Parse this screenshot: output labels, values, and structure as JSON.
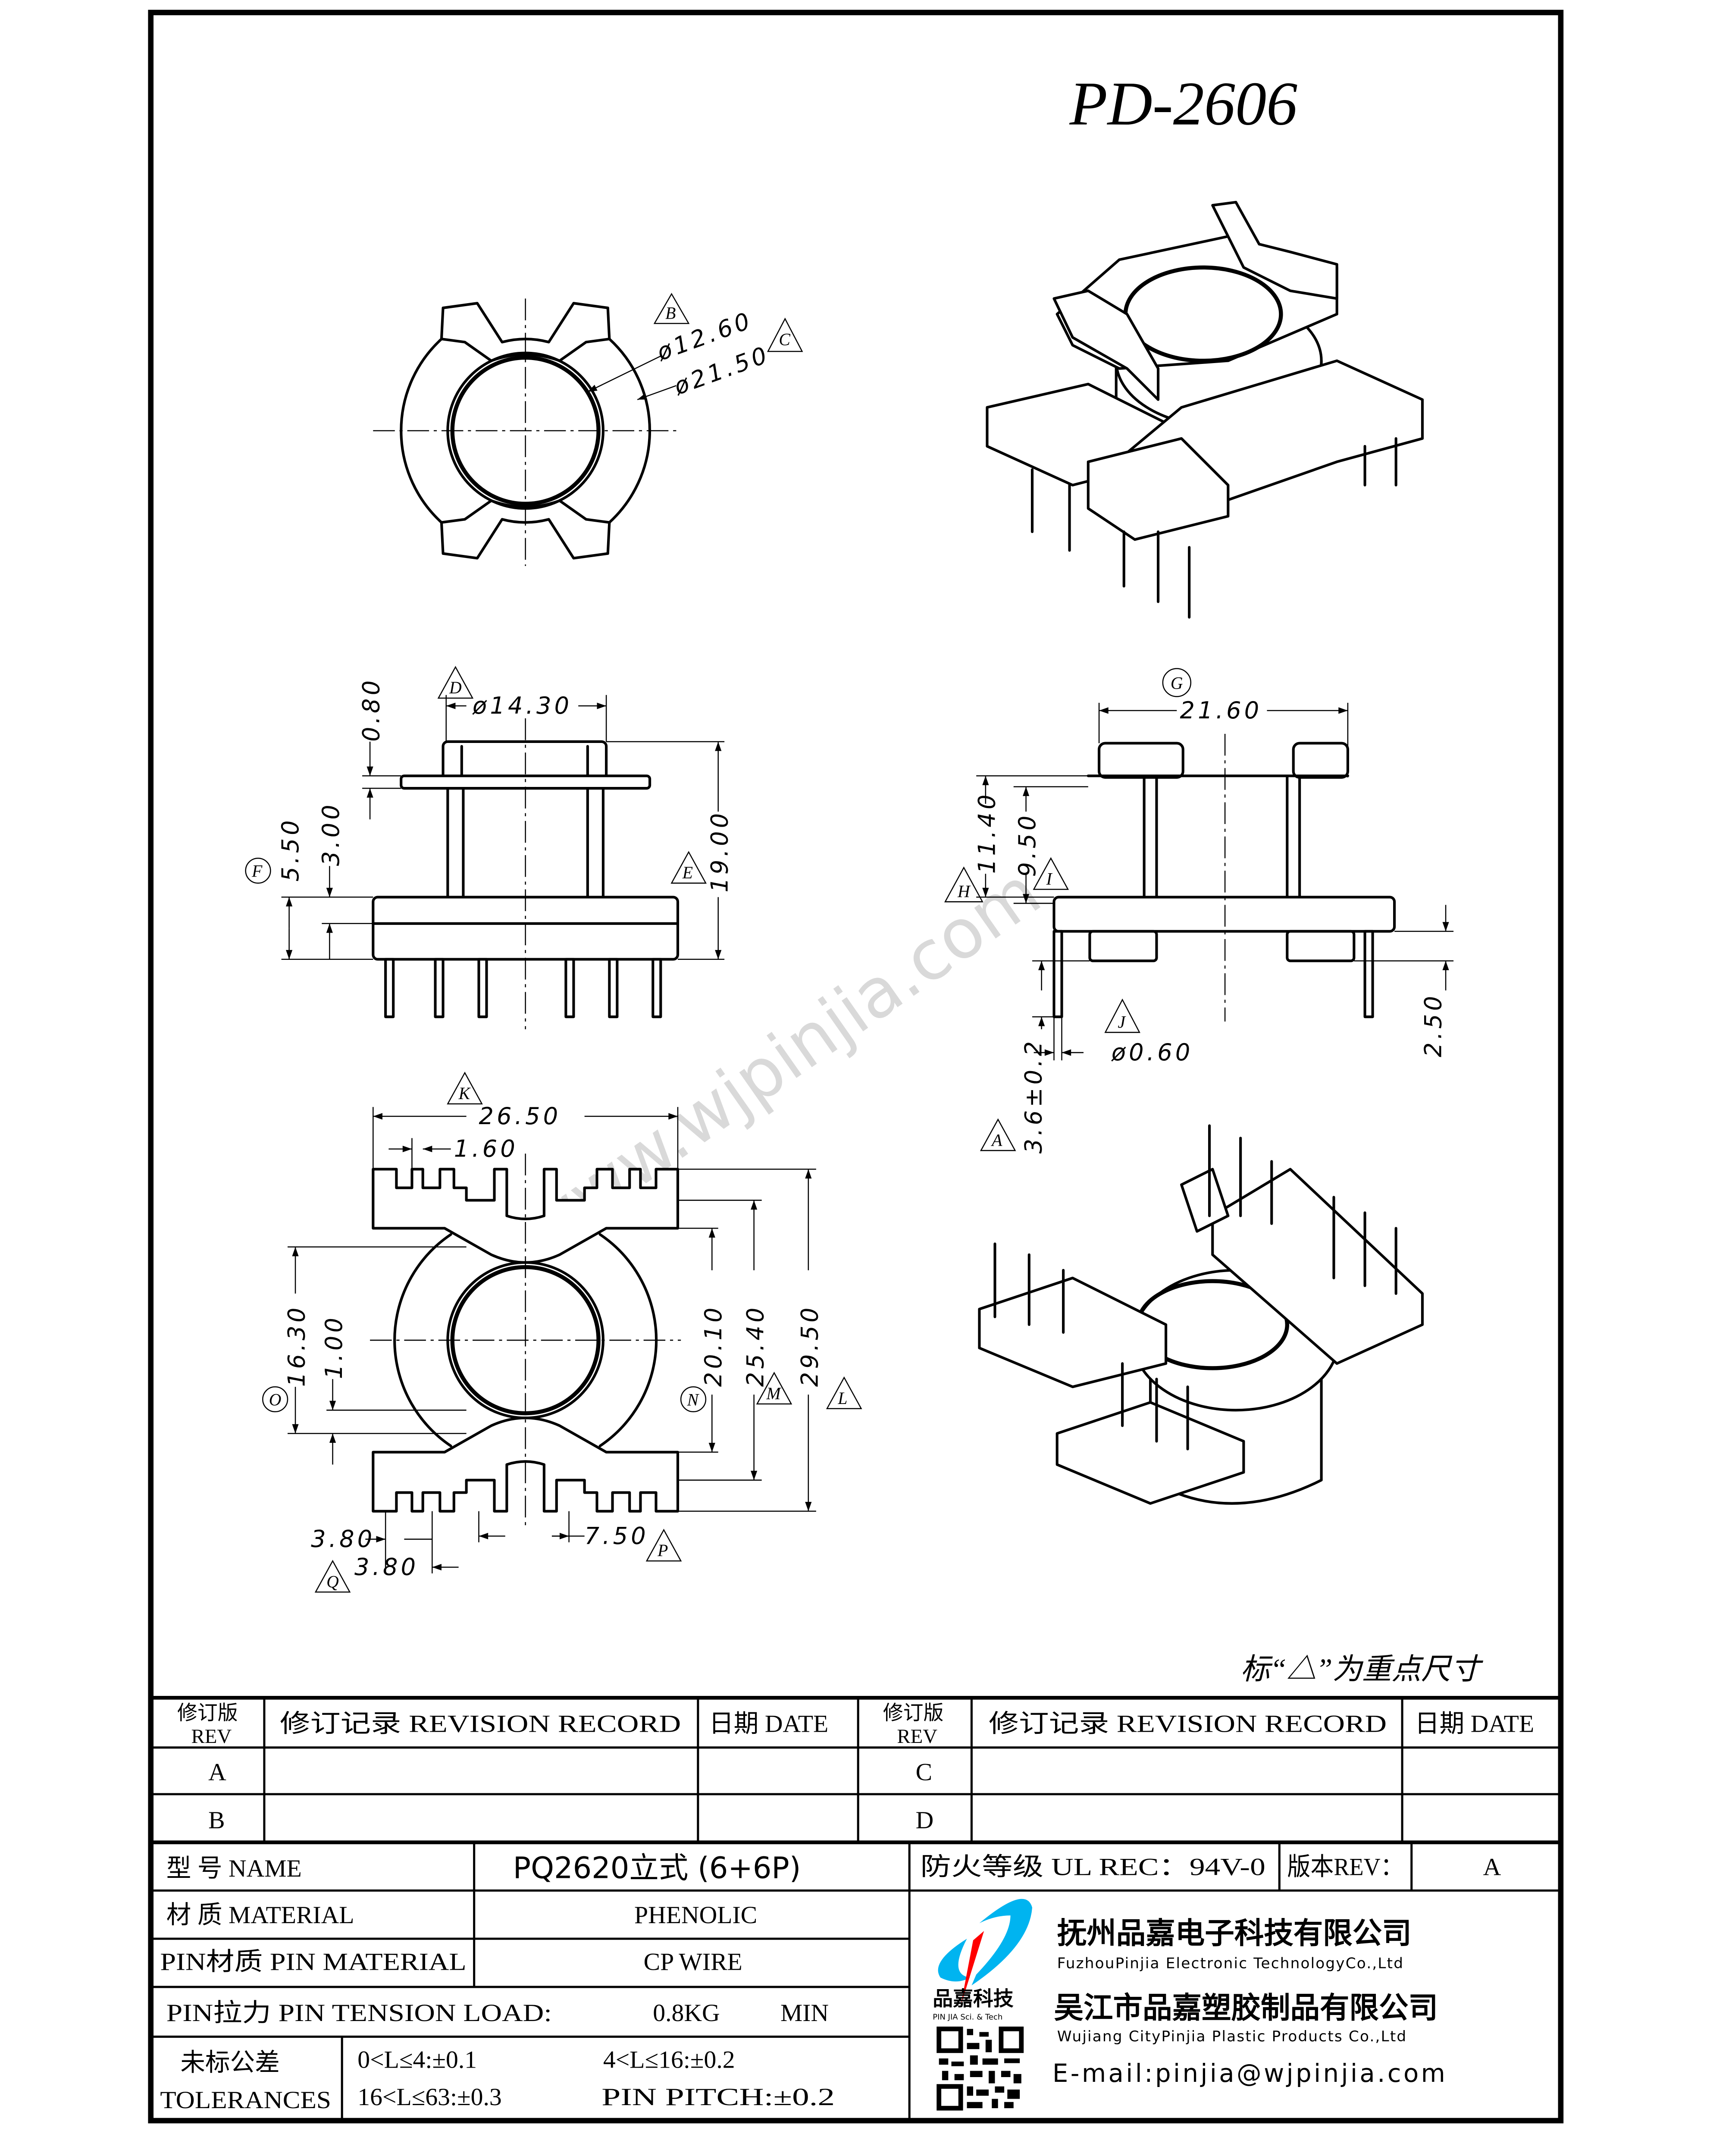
{
  "title": "PD-2606",
  "watermark": "www.wjpinjia.com",
  "note": "标“△”为重点尺寸",
  "markers": {
    "A": "A",
    "B": "B",
    "C": "C",
    "D": "D",
    "E": "E",
    "F": "F",
    "G": "G",
    "H": "H",
    "I": "I",
    "J": "J",
    "K": "K",
    "L": "L",
    "M": "M",
    "N": "N",
    "O": "O",
    "P": "P",
    "Q": "Q"
  },
  "dims": {
    "top_inner_dia": "ø12.60",
    "top_outer_dia": "ø21.50",
    "core_dia": "ø14.30",
    "flange_thk": "0.80",
    "base_h1": "3.00",
    "base_h2": "5.50",
    "total_h": "19.00",
    "width": "21.60",
    "h_11_40": "11.40",
    "h_9_50": "9.50",
    "pin_dia": "ø0.60",
    "pin_len": "3.6±0.2",
    "standoff": "2.50",
    "length": "26.50",
    "slot": "1.60",
    "d16_30": "16.30",
    "d1_00": "1.00",
    "d20_10": "20.10",
    "d25_40": "25.40",
    "d29_50": "29.50",
    "pitch1": "3.80",
    "pitch2": "3.80",
    "row_gap": "7.50"
  },
  "table": {
    "rev_cn": "修订版",
    "rev_en": "REV",
    "record": "修订记录 REVISION RECORD",
    "date": "日期 DATE",
    "left_revs": [
      "A",
      "B"
    ],
    "right_revs": [
      "C",
      "D"
    ],
    "name_label": "型 号 NAME",
    "name_value": "PQ2620立式 (6+6P)",
    "ul": "防火等级 UL REC：94V-0",
    "rev_label": "版本REV：",
    "rev_value": "A",
    "material_label": "材 质 MATERIAL",
    "material_value": "PHENOLIC",
    "pin_material_label": "PIN材质 PIN MATERIAL",
    "pin_material_value": "CP WIRE",
    "tension_label": "PIN拉力 PIN TENSION LOAD:",
    "tension_value": "0.8KG",
    "tension_unit": "MIN",
    "tol_cn": "未标公差",
    "tol_en": "TOLERANCES",
    "tol1": "0<L≤4:±0.1",
    "tol2": "4<L≤16:±0.2",
    "tol3": "16<L≤63:±0.3",
    "tol4": "PIN PITCH:±0.2"
  },
  "company": {
    "logo_cn": "品嘉科技",
    "logo_en": "PIN JIA Sci. & Tech",
    "cn1": "抚州品嘉电子科技有限公司",
    "en1": "FuzhouPinjia Electronic TechnologyCo.,Ltd",
    "cn2": "吴江市品嘉塑胶制品有限公司",
    "en2": "Wujiang CityPinjia  Plastic Products Co.,Ltd",
    "email": "E-mail:pinjia@wjpinjia.com",
    "logo_blue": "#00b4f0",
    "logo_red": "#ff0000"
  }
}
